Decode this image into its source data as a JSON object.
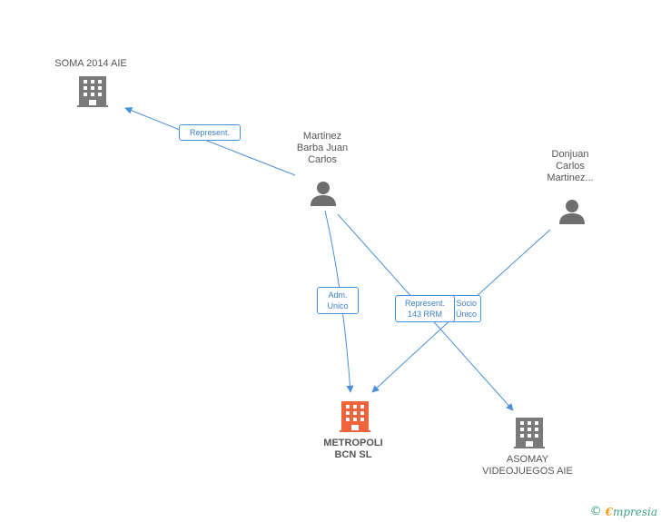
{
  "colors": {
    "company": "#7a7a7a",
    "main_company": "#f0643c",
    "person": "#6e6e6e",
    "edge": "#4a8fd9",
    "label_text": "#3c7fc9"
  },
  "nodes": {
    "soma": {
      "label": "SOMA 2014 AIE",
      "icon": "building-icon"
    },
    "martinez": {
      "label_lines": [
        "Martinez",
        "Barba Juan",
        "Carlos"
      ],
      "icon": "person-icon"
    },
    "donjuan": {
      "label_lines": [
        "Donjuan",
        "Carlos",
        "Martinez..."
      ],
      "icon": "person-icon"
    },
    "metropoli": {
      "label_lines": [
        "METROPOLI",
        "BCN SL"
      ],
      "icon": "building-icon"
    },
    "asomay": {
      "label_lines": [
        "ASOMAY",
        "VIDEOJUEGOS AIE"
      ],
      "icon": "building-icon"
    }
  },
  "edges": {
    "represent_soma": {
      "lines": [
        "Represent."
      ]
    },
    "adm_unico": {
      "lines": [
        "Adm.",
        "Unico"
      ]
    },
    "socio_unico": {
      "lines": [
        "Socio",
        "Único"
      ]
    },
    "represent_rrm": {
      "lines": [
        "Represent.",
        "143 RRM"
      ]
    }
  },
  "footer": {
    "copyright": "©",
    "brand_first": "€",
    "brand_rest": "mpresia"
  }
}
